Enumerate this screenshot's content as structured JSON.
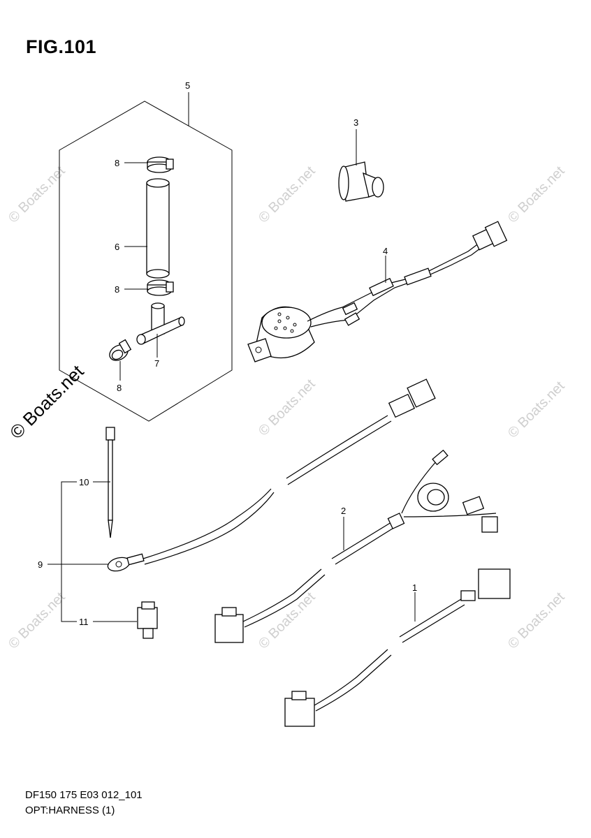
{
  "figure": {
    "title": "FIG.101"
  },
  "footer": {
    "line1": "DF150 175 E03 012_101",
    "line2": "OPT:HARNESS (1)"
  },
  "watermark": {
    "text": "© Boats.net"
  },
  "callouts": {
    "c1": "1",
    "c2": "2",
    "c3": "3",
    "c4": "4",
    "c5": "5",
    "c6": "6",
    "c7": "7",
    "c8a": "8",
    "c8b": "8",
    "c8c": "8",
    "c9": "9",
    "c10": "10",
    "c11": "11"
  }
}
